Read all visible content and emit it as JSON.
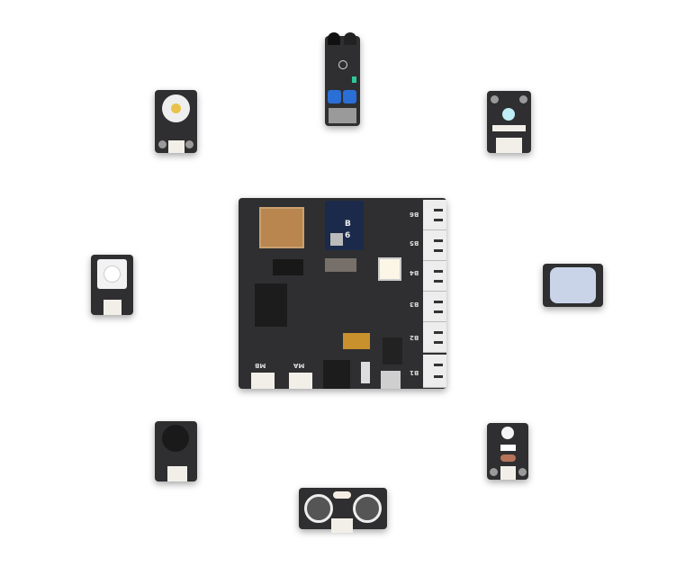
{
  "main_board": {
    "port_labels": [
      "B6",
      "B5",
      "B4",
      "B3",
      "B2",
      "B1"
    ],
    "motor_labels": [
      "MB",
      "MA"
    ],
    "bluetooth_module_label": "B 6"
  },
  "modules": [
    {
      "name": "line-tracking-sensor"
    },
    {
      "name": "led-module"
    },
    {
      "name": "ir-receiver-module"
    },
    {
      "name": "button-module"
    },
    {
      "name": "pir-motion-sensor"
    },
    {
      "name": "buzzer-module"
    },
    {
      "name": "light-sensor-module"
    },
    {
      "name": "ultrasonic-sensor"
    }
  ],
  "colors": {
    "pcb": "#2f2f31",
    "bluetooth": "#1b2a4a",
    "potentiometer": "#2a6fd6",
    "connector": "#f2efe9"
  }
}
